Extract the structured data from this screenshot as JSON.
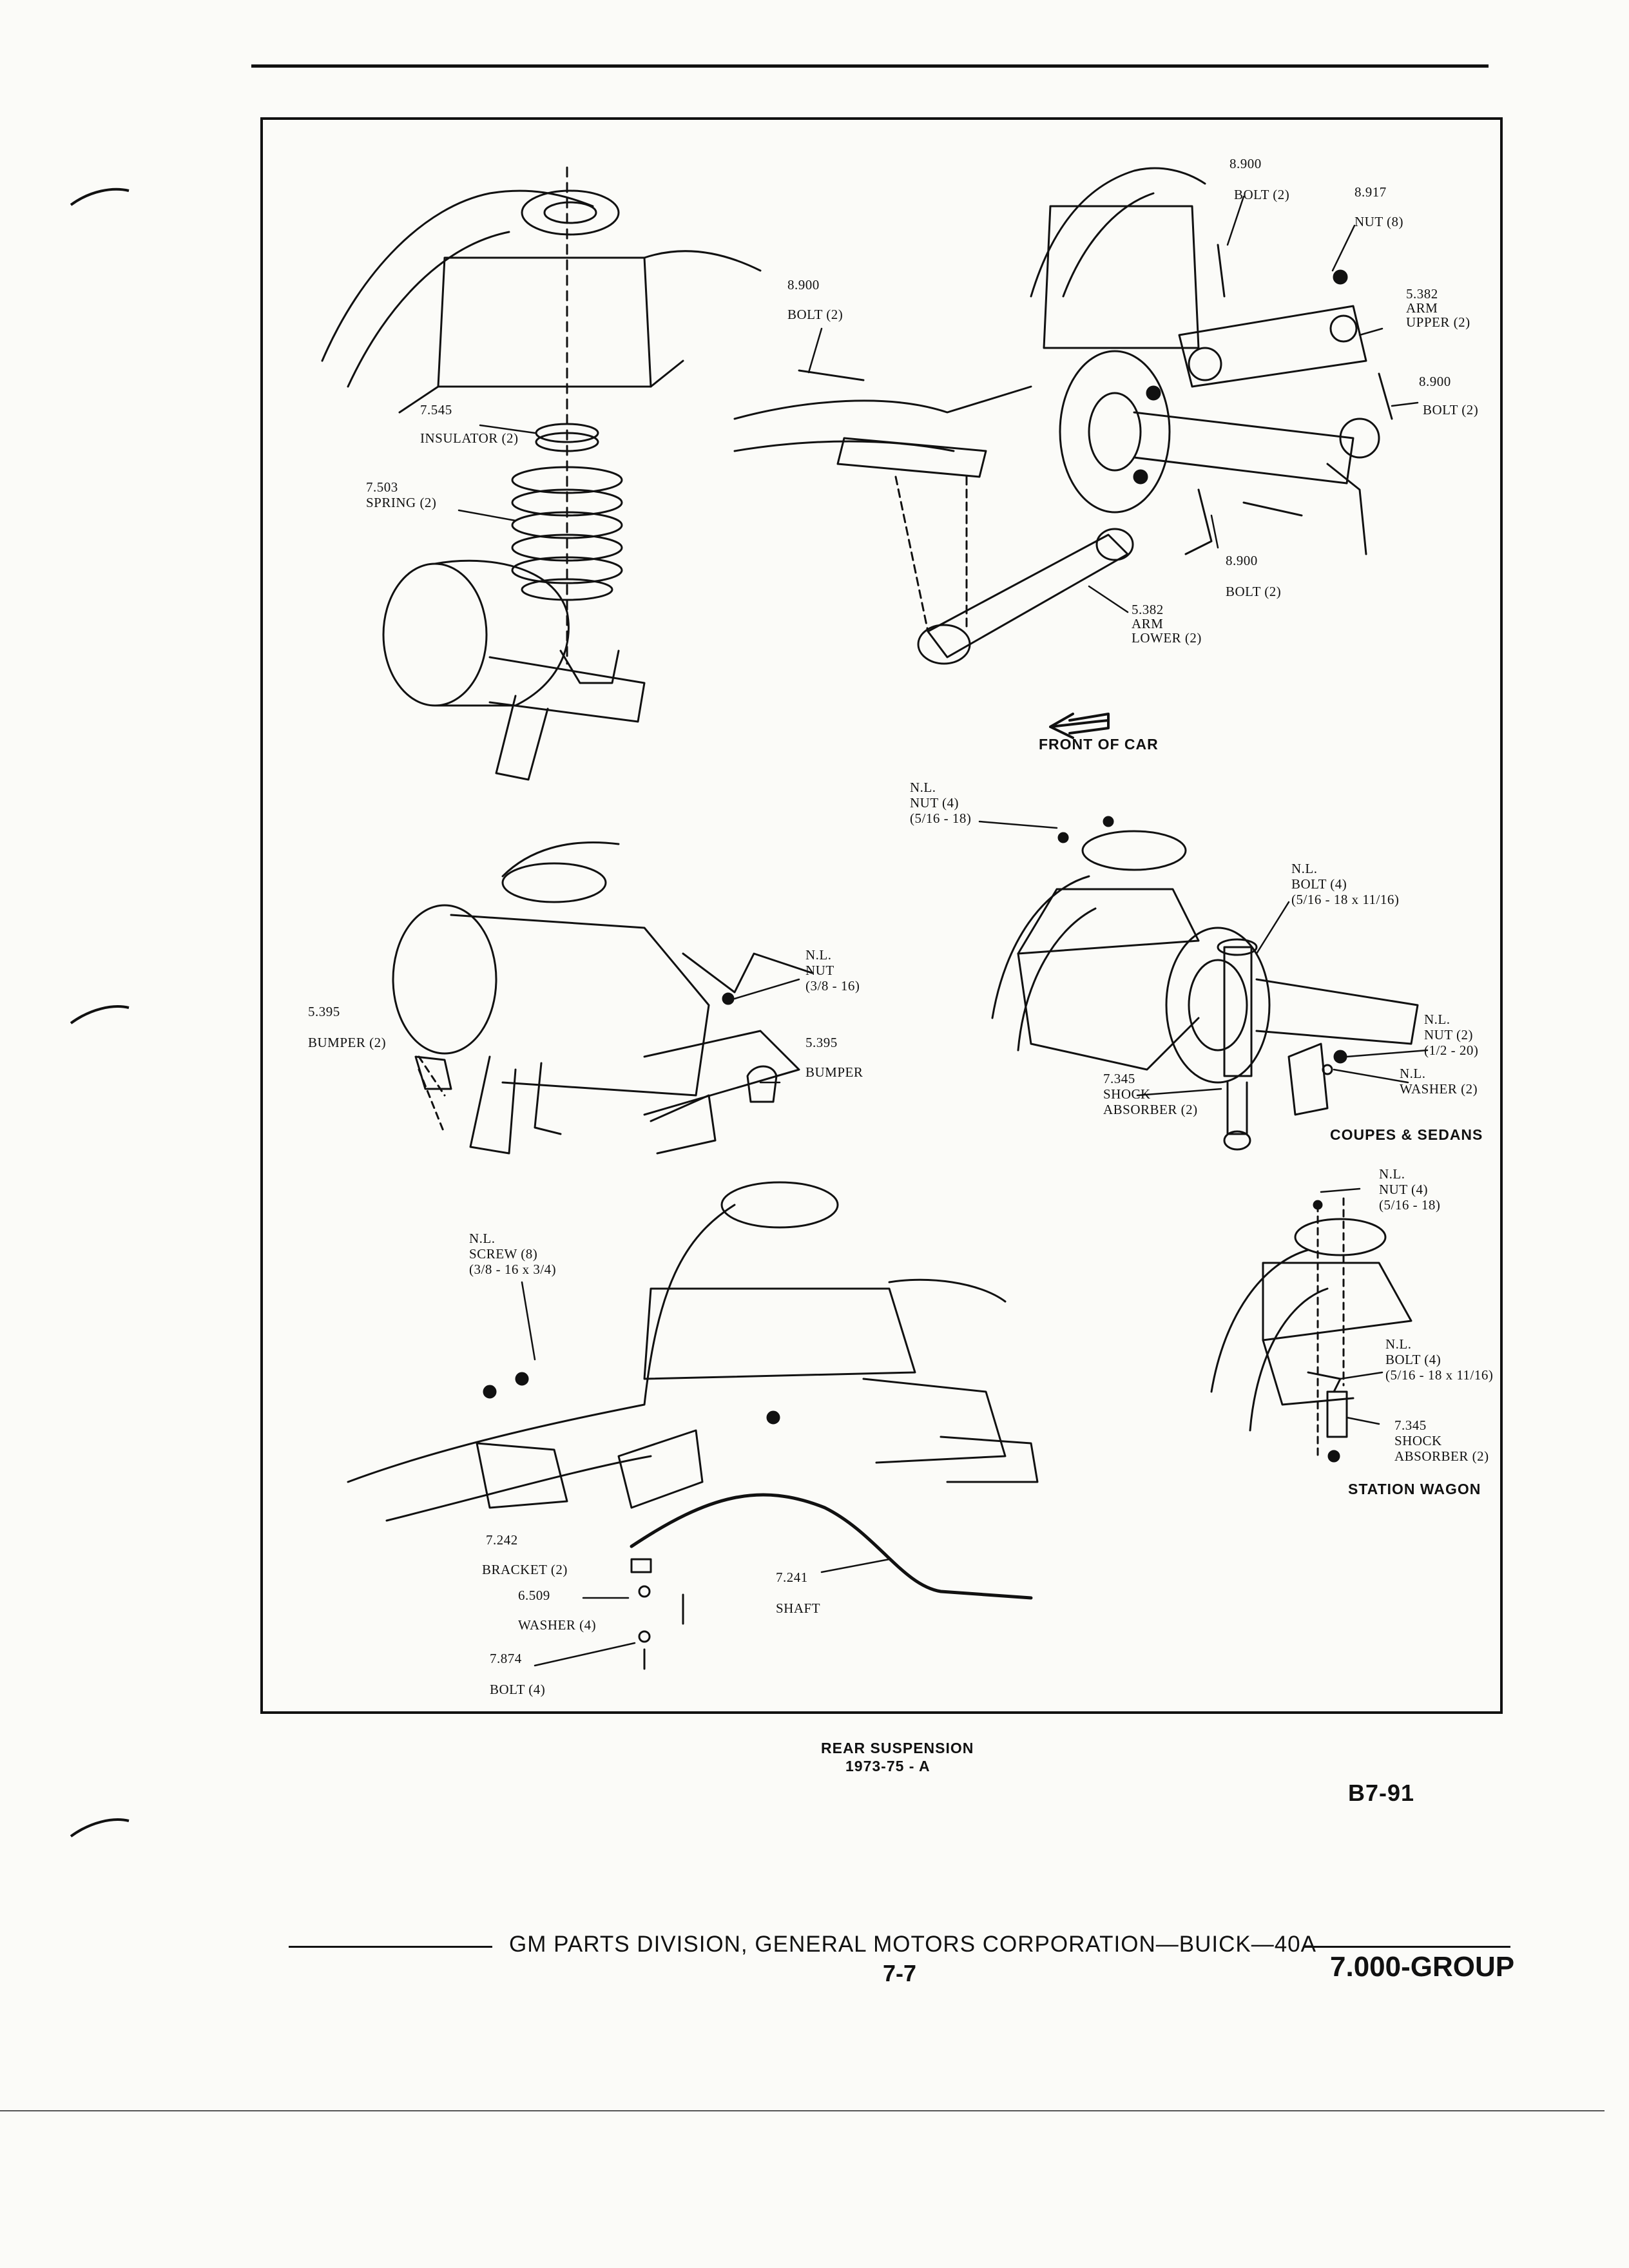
{
  "diagram": {
    "labels": {
      "left_top": {
        "insulator": {
          "num": "7.545",
          "name": "INSULATOR (2)"
        },
        "spring": {
          "num": "7.503",
          "name": "SPRING (2)"
        }
      },
      "right_top": {
        "bolt_left": {
          "num": "8.900",
          "name": "BOLT (2)"
        },
        "bolt_top": {
          "num": "8.900",
          "name": "BOLT (2)"
        },
        "nut_top": {
          "num": "8.917",
          "name": "NUT (8)"
        },
        "arm_upper": {
          "num": "5.382",
          "name1": "ARM",
          "name2": "UPPER (2)"
        },
        "bolt_right": {
          "num": "8.900",
          "name": "BOLT (2)"
        },
        "bolt_lower": {
          "num": "8.900",
          "name": "BOLT (2)"
        },
        "arm_lower": {
          "num": "5.382",
          "name1": "ARM",
          "name2": "LOWER (2)"
        }
      },
      "front_of_car": "FRONT OF CAR",
      "left_mid": {
        "bumper_left": {
          "num": "5.395",
          "name": "BUMPER (2)"
        },
        "nut": {
          "num": "N.L.",
          "name": "NUT",
          "size": "(3/8 - 16)"
        },
        "bumper_right": {
          "num": "5.395",
          "name": "BUMPER"
        }
      },
      "right_mid": {
        "nut_top": {
          "num": "N.L.",
          "name": "NUT (4)",
          "size": "(5/16 - 18)"
        },
        "bolt": {
          "num": "N.L.",
          "name": "BOLT (4)",
          "size": "(5/16 - 18 x 11/16)"
        },
        "nut_right": {
          "num": "N.L.",
          "name": "NUT (2)",
          "size": "(1/2 - 20)"
        },
        "washer": {
          "num": "N.L.",
          "name": "WASHER (2)"
        },
        "shock": {
          "num": "7.345",
          "name1": "SHOCK",
          "name2": "ABSORBER (2)"
        },
        "caption": "COUPES & SEDANS"
      },
      "bottom_left": {
        "screw": {
          "num": "N.L.",
          "name": "SCREW (8)",
          "size": "(3/8 - 16 x 3/4)"
        },
        "bracket": {
          "num": "7.242",
          "name": "BRACKET (2)"
        },
        "washer": {
          "num": "6.509",
          "name": "WASHER (4)"
        },
        "bolt": {
          "num": "7.874",
          "name": "BOLT (4)"
        },
        "shaft": {
          "num": "7.241",
          "name": "SHAFT"
        }
      },
      "bottom_right": {
        "nut": {
          "num": "N.L.",
          "name": "NUT (4)",
          "size": "(5/16 - 18)"
        },
        "bolt": {
          "num": "N.L.",
          "name": "BOLT (4)",
          "size": "(5/16 - 18 x 11/16)"
        },
        "shock": {
          "num": "7.345",
          "name1": "SHOCK",
          "name2": "ABSORBER (2)"
        },
        "caption": "STATION WAGON"
      }
    },
    "title": "REAR SUSPENSION",
    "subtitle": "1973-75 - A",
    "figure_code": "B7-91"
  },
  "footer": {
    "publisher": "GM PARTS DIVISION, GENERAL MOTORS CORPORATION—BUICK—40A",
    "page": "7-7",
    "group": "7.000-GROUP"
  }
}
